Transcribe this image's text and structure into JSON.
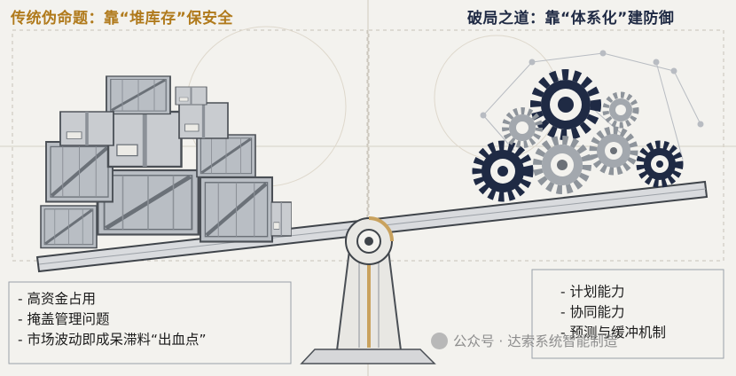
{
  "title_left": "传统伪命题：靠“堆库存”保安全",
  "title_right": "破局之道：靠“体系化”建防御",
  "left_list": [
    "- 高资金占用",
    "- 掩盖管理问题",
    "- 市场波动即成呆滞料“出血点”"
  ],
  "right_list": [
    "- 计划能力",
    "- 协同能力",
    "- 预测与缓冲机制"
  ],
  "watermark": "公众号 · 达索系统智能制造",
  "colors": {
    "title_left": "#b07a1c",
    "title_right": "#1f2a44",
    "gear_navy": "#1f2a44",
    "gear_gray": "#8e949b",
    "crate": "#b9bec4"
  }
}
